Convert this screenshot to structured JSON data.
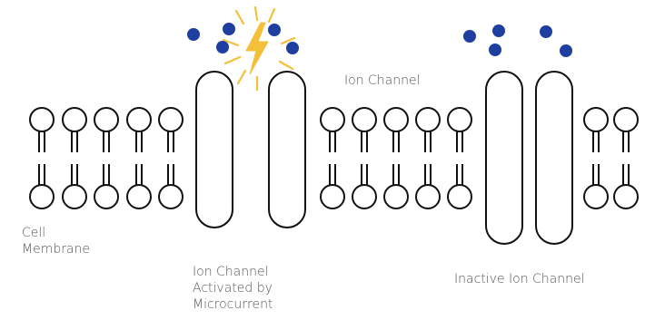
{
  "labels": {
    "cell_membrane": [
      "Cell",
      "Membrane"
    ],
    "ion_channel": "Ion Channel",
    "activated_channel": [
      "Ion Channel",
      "Activated by",
      "Microcurrent"
    ],
    "inactive_channel": "Inactive Ion Channel"
  },
  "colors": {
    "outline": "#111111",
    "ion": "#1f3fa0",
    "lightning": "#f4c03a",
    "text": "#555555"
  },
  "icons": {
    "spark": "lightning-bolt-icon",
    "ion": "ion-dot-icon"
  }
}
